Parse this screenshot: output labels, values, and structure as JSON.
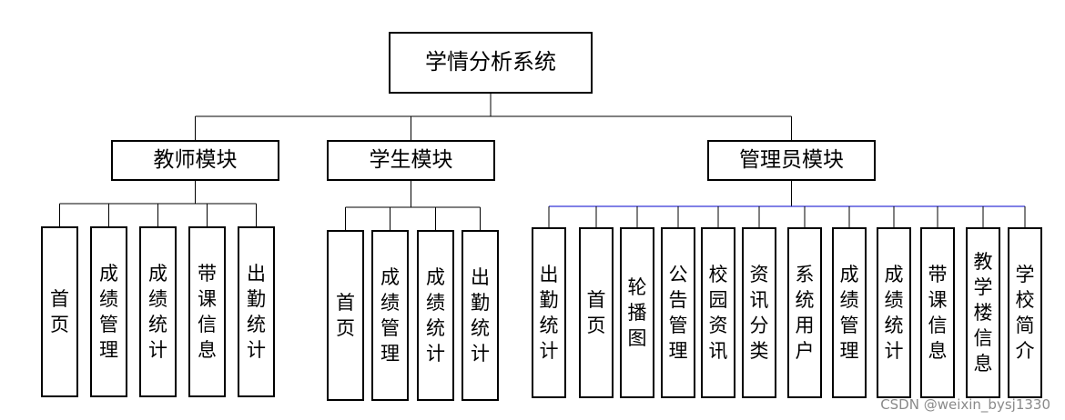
{
  "root": {
    "label": "学情分析系统"
  },
  "modules": [
    {
      "id": "teacher",
      "label": "教师模块",
      "children": [
        "首页",
        "成绩管理",
        "成绩统计",
        "带课信息",
        "出勤统计"
      ]
    },
    {
      "id": "student",
      "label": "学生模块",
      "children": [
        "首页",
        "成绩管理",
        "成绩统计",
        "出勤统计"
      ]
    },
    {
      "id": "admin",
      "label": "管理员模块",
      "children": [
        "出勤统计",
        "首页",
        "轮播图",
        "公告管理",
        "校园资讯",
        "资讯分类",
        "系统用户",
        "成绩管理",
        "成绩统计",
        "带课信息",
        "教学楼信息",
        "学校简介"
      ]
    }
  ],
  "colors": {
    "admin_bus": "#0000cc"
  },
  "watermark": "CSDN @weixin_bysj1330"
}
